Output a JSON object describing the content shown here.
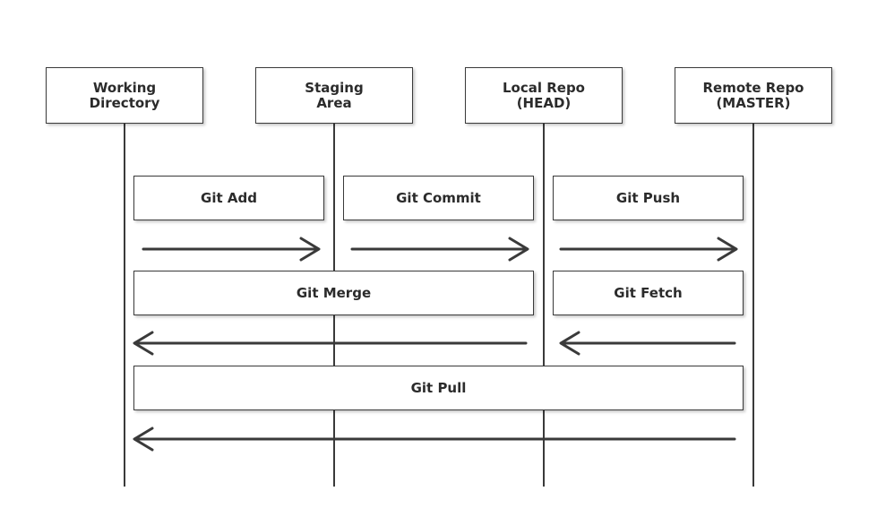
{
  "columns": [
    {
      "id": "working",
      "label": "Working\nDirectory"
    },
    {
      "id": "staging",
      "label": "Staging\nArea"
    },
    {
      "id": "local",
      "label": "Local Repo\n(HEAD)"
    },
    {
      "id": "remote",
      "label": "Remote Repo\n(MASTER)"
    }
  ],
  "commands": {
    "add": "Git Add",
    "commit": "Git Commit",
    "push": "Git Push",
    "merge": "Git Merge",
    "fetch": "Git Fetch",
    "pull": "Git Pull"
  },
  "colors": {
    "line": "#3a3a3a",
    "text": "#2b2b2b",
    "background": "#ffffff"
  }
}
